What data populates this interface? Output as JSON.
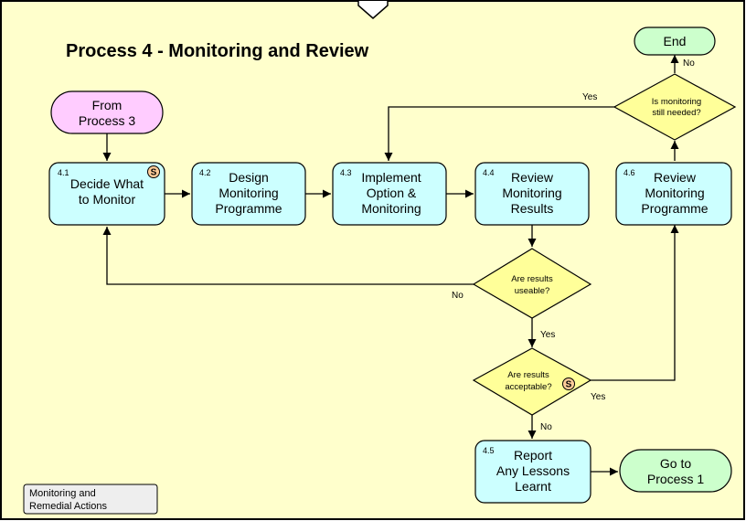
{
  "title": "Process 4 - Monitoring and Review",
  "colors": {
    "canvas": "#ffffcc",
    "process_box": "#ccffff",
    "start_terminal": "#ffccff",
    "end_terminal": "#ccffcc",
    "decision": "#ffff99",
    "badge": "#ffcc99",
    "side_box": "#eeeeee"
  },
  "start": {
    "line1": "From",
    "line2": "Process 3"
  },
  "end": {
    "label": "End"
  },
  "goto": {
    "line1": "Go to",
    "line2": "Process 1"
  },
  "steps": {
    "s41": {
      "number": "4.1",
      "line1": "Decide What",
      "line2": "to Monitor",
      "badge": "S"
    },
    "s42": {
      "number": "4.2",
      "line1": "Design",
      "line2": "Monitoring",
      "line3": "Programme"
    },
    "s43": {
      "number": "4.3",
      "line1": "Implement",
      "line2": "Option &",
      "line3": "Monitoring"
    },
    "s44": {
      "number": "4.4",
      "line1": "Review",
      "line2": "Monitoring",
      "line3": "Results"
    },
    "s45": {
      "number": "4.5",
      "line1": "Report",
      "line2": "Any Lessons",
      "line3": "Learnt"
    },
    "s46": {
      "number": "4.6",
      "line1": "Review",
      "line2": "Monitoring",
      "line3": "Programme"
    }
  },
  "decisions": {
    "useable": {
      "line1": "Are results",
      "line2": "useable?"
    },
    "acceptable": {
      "line1": "Are results",
      "line2": "acceptable?",
      "badge": "S"
    },
    "still_needed": {
      "line1": "Is monitoring",
      "line2": "still needed?"
    }
  },
  "edge_labels": {
    "useable_no": "No",
    "useable_yes": "Yes",
    "acceptable_no": "No",
    "acceptable_yes": "Yes",
    "still_needed_yes": "Yes",
    "still_needed_no": "No"
  },
  "side_box": {
    "line1": "Monitoring and",
    "line2": "Remedial Actions"
  }
}
